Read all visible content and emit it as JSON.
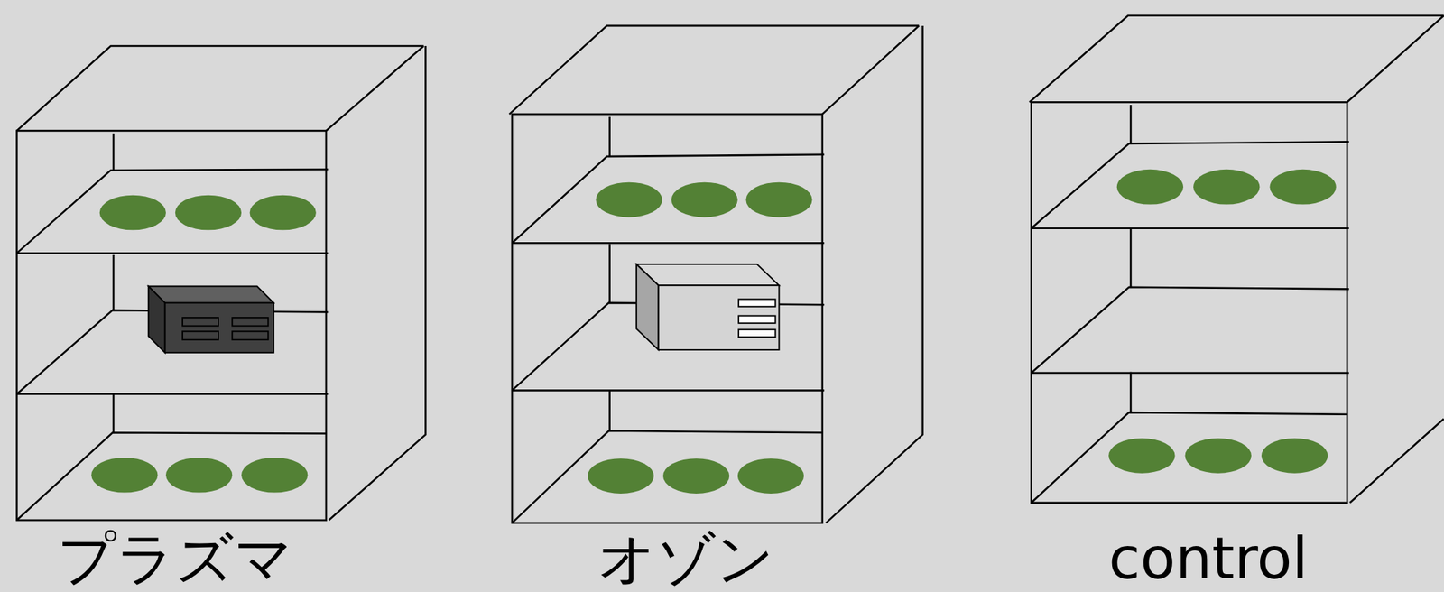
{
  "diagram": {
    "labels": [
      "プラズマ",
      "オゾン",
      "control"
    ]
  }
}
